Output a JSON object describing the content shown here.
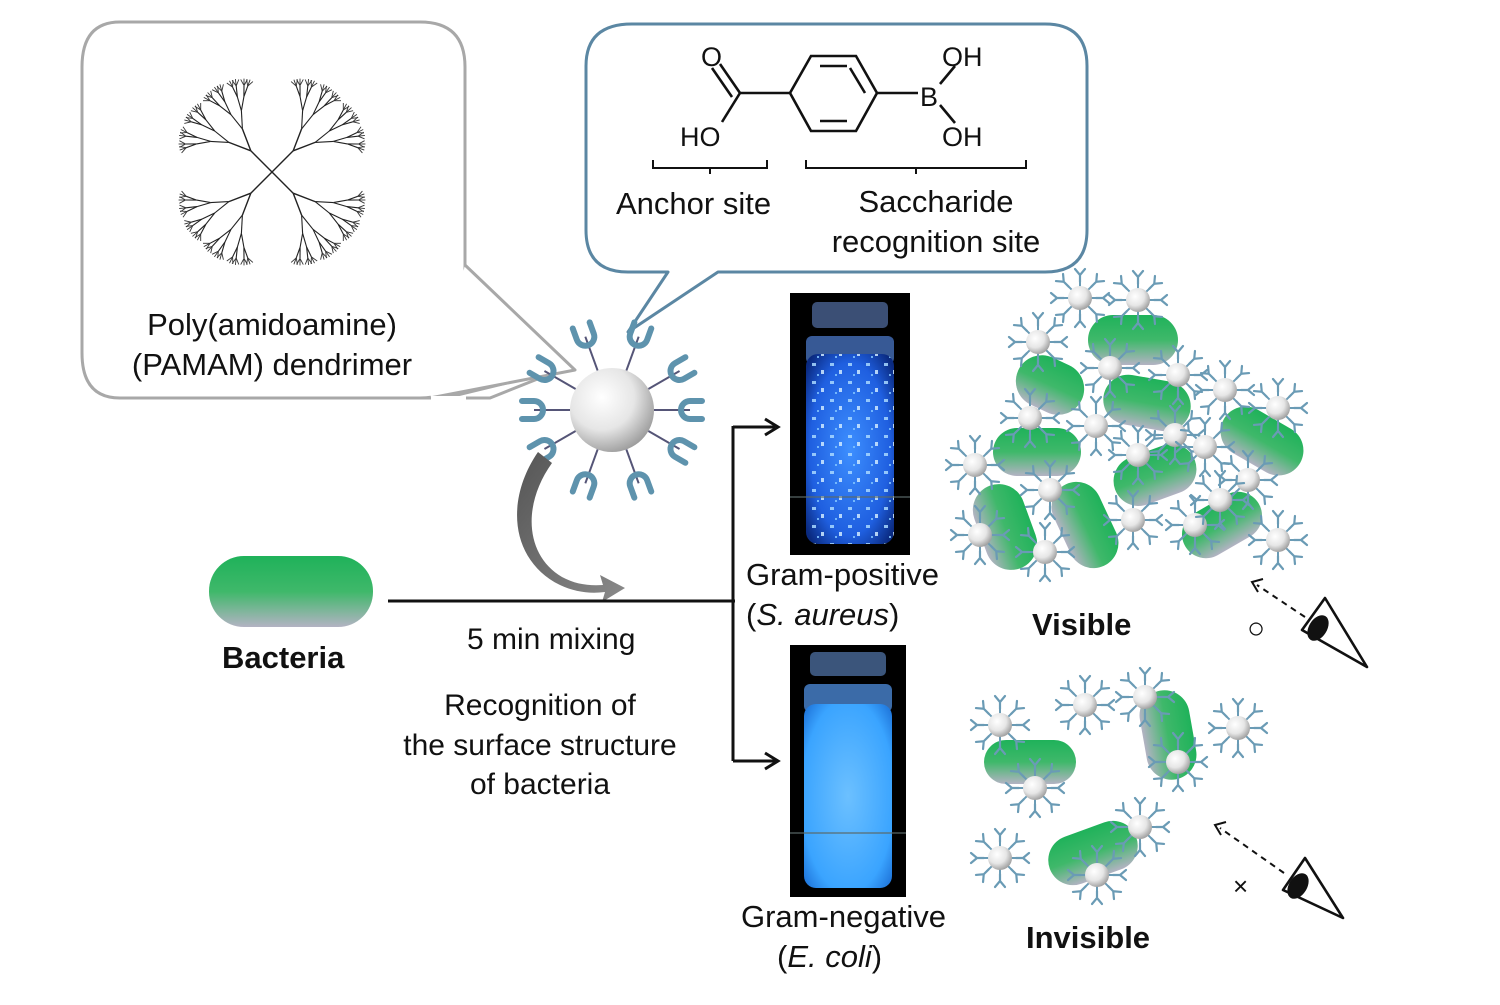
{
  "dendrimer_callout": {
    "line1": "Poly(amidoamine)",
    "line2": "(PAMAM) dendrimer"
  },
  "molecule_callout": {
    "atoms": {
      "O": "O",
      "HO": "HO",
      "B": "B",
      "OH_top": "OH",
      "OH_bottom": "OH"
    },
    "anchor_label": "Anchor site",
    "saccharide_line1": "Saccharide",
    "saccharide_line2": "recognition site"
  },
  "bacteria_label": "Bacteria",
  "process": {
    "mixing": "5 min mixing",
    "recognition_lines": [
      "Recognition of",
      "the surface structure",
      "of bacteria"
    ]
  },
  "gram_positive": {
    "line1": "Gram-positive",
    "species_open": "(",
    "species": "S. aureus",
    "species_close": ")"
  },
  "gram_negative": {
    "line1": "Gram-negative",
    "species_open": "(",
    "species": "E. coli",
    "species_close": ")"
  },
  "result_visible": {
    "label": "Visible",
    "symbol": "○"
  },
  "result_invisible": {
    "label": "Invisible",
    "symbol": "×"
  },
  "colors": {
    "bacteria_green": "#1fb25a",
    "bacteria_gray": "#a7aabb",
    "receptor_blue": "#5e93ad",
    "callout_blue": "#5b87a3",
    "callout_gray": "#a8a8a8",
    "glow_blue": "#4aa8ff"
  }
}
